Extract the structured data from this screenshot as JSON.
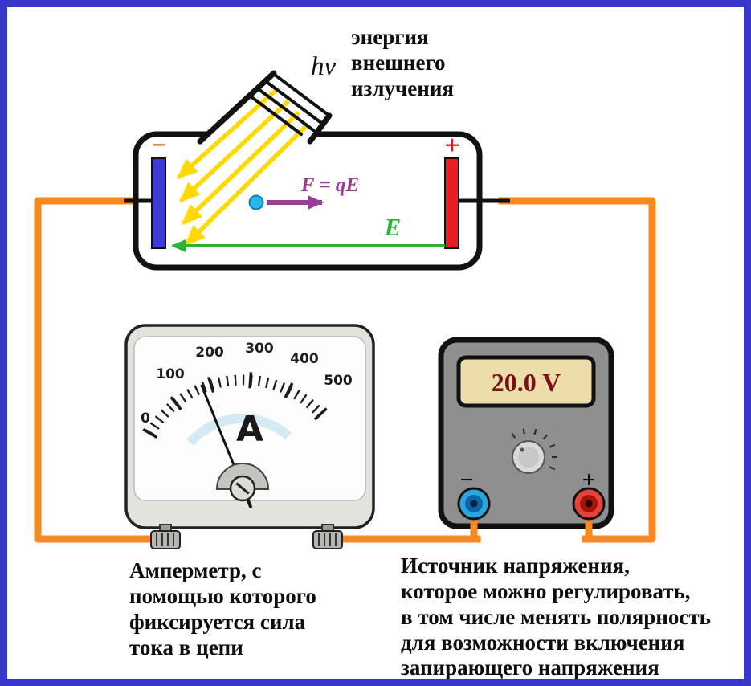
{
  "palette": {
    "frame_blue": "#3636c8",
    "wire_orange": "#f6891f",
    "radiation_yellow": "#ffd900",
    "force_purple": "#993b99",
    "field_green": "#2eb135",
    "cathode_blue": "#3c3cd2",
    "anode_red": "#ec1c24",
    "minus_sign_orange": "#d2691e",
    "plus_sign_red": "#e8151b",
    "display_bg": "#ecddab",
    "display_text": "#7d1016"
  },
  "radiation": {
    "hv_label": "hν",
    "caption": "энергия\nвнешнего\nизлучения"
  },
  "phototube": {
    "cathode_sign": "−",
    "anode_sign": "+",
    "force_label": "F = qE",
    "field_label": "E"
  },
  "ammeter": {
    "unit_label": "A",
    "scale_labels": [
      "0",
      "100",
      "200",
      "300",
      "400",
      "500"
    ],
    "caption": "Амперметр, с\nпомощью которого\nфиксируется сила\nтока в цепи"
  },
  "voltage_source": {
    "display_value": "20.0 V",
    "minus_label": "−",
    "plus_label": "+",
    "caption": "Источник напряжения,\nкоторое можно регулировать,\nв том числе менять полярность\nдля возможности включения\nзапирающего напряжения"
  }
}
